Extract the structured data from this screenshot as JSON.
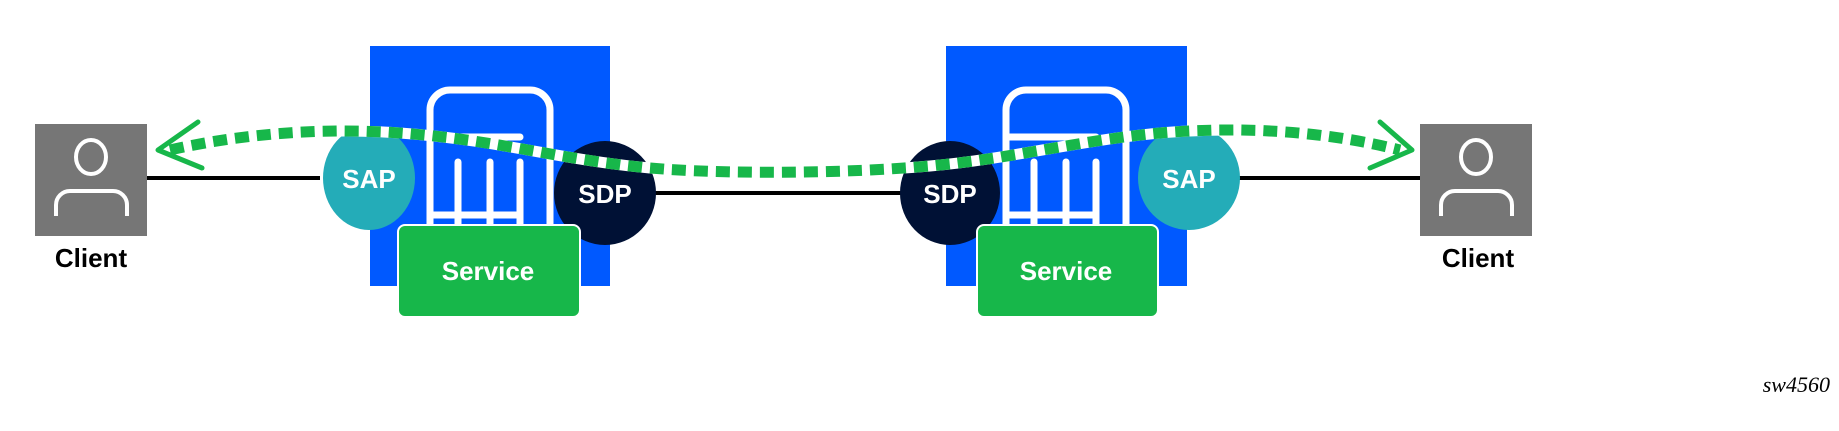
{
  "left_client": {
    "label": "Client"
  },
  "right_client": {
    "label": "Client"
  },
  "left_node": {
    "sap": "SAP",
    "sdp": "SDP",
    "service": "Service"
  },
  "right_node": {
    "sap": "SAP",
    "sdp": "SDP",
    "service": "Service"
  },
  "figure_id": "sw4560",
  "colors": {
    "node_bg": "#0059ff",
    "sap": "#24acb8",
    "sdp": "#001135",
    "service": "#17b74a",
    "client": "#767676",
    "path": "#17b74a"
  }
}
